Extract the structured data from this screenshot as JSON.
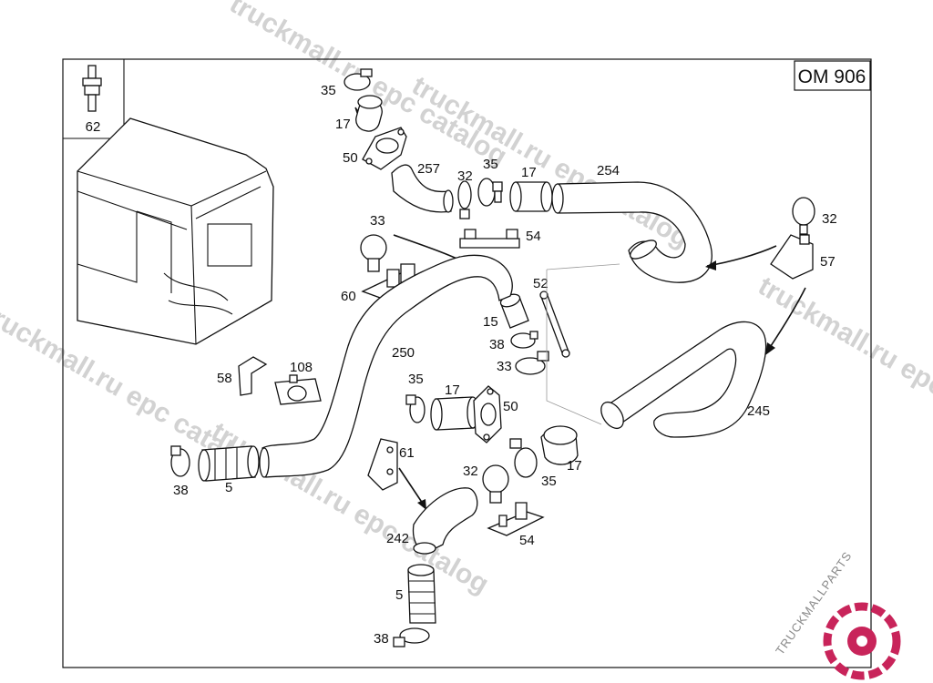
{
  "header": {
    "model_code": "OM 906"
  },
  "watermarks": [
    "truckmall.ru epc catalog",
    "truckmall.ru epc catalog",
    "truckmall.ru epc catalog",
    "truckmall.ru epc catalog",
    "truckmall.ru epc catalog"
  ],
  "logo": {
    "text": "TRUCKMALLPARTS",
    "colors": {
      "ring": "#c8245a",
      "text": "#8a8a8a"
    }
  },
  "callouts": {
    "c62": "62",
    "c35a": "35",
    "c17a": "17",
    "c50a": "50",
    "c257": "257",
    "c32a": "32",
    "c35b": "35",
    "c17b": "17",
    "c254": "254",
    "c33a": "33",
    "c54a": "54",
    "c60": "60",
    "c32b": "32",
    "c57": "57",
    "c52": "52",
    "c15": "15",
    "c38a": "38",
    "c33b": "33",
    "c250": "250",
    "c58": "58",
    "c108": "108",
    "c35c": "35",
    "c17c": "17",
    "c50b": "50",
    "c245": "245",
    "c61": "61",
    "c38b": "38",
    "c5a": "5",
    "c32c": "32",
    "c35d": "35",
    "c17d": "17",
    "c54b": "54",
    "c242": "242",
    "c5b": "5",
    "c38c": "38"
  }
}
